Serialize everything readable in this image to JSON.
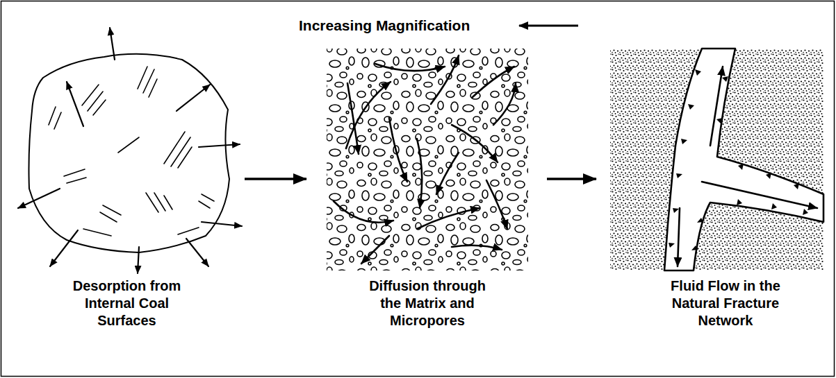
{
  "diagram": {
    "title": "Increasing Magnification",
    "nodes": [
      {
        "text": [
          "Desorption from Internal Coal Surfaces"
        ]
      },
      {
        "text": [
          "Diffusion through the Matrix and Micropores"
        ]
      },
      {
        "text": [
          "Fluid Flow in the Natural Fracture Network"
        ]
      }
    ],
    "edges": [
      {
        "from": 0,
        "to": 1,
        "arrow": "to"
      },
      {
        "from": 1,
        "to": 2,
        "arrow": "to"
      }
    ]
  }
}
